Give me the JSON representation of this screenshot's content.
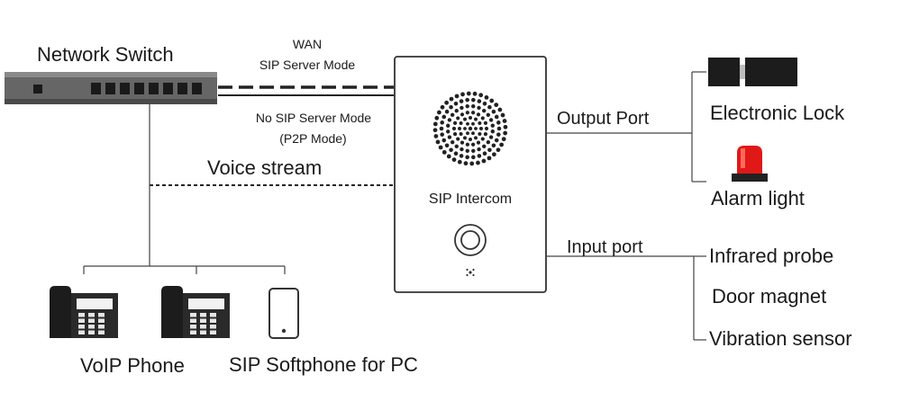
{
  "network_switch": {
    "label": "Network Switch"
  },
  "wan_link": {
    "line1": "WAN",
    "line2": "SIP Server Mode"
  },
  "p2p_link": {
    "line1": "No SIP Server Mode",
    "line2": "(P2P Mode)"
  },
  "voice_stream": {
    "label": "Voice stream"
  },
  "intercom": {
    "label": "SIP Intercom"
  },
  "output_port": {
    "label": "Output Port",
    "devices": [
      {
        "label": "Electronic Lock"
      },
      {
        "label": "Alarm light"
      }
    ]
  },
  "input_port": {
    "label": "Input port",
    "sensors": [
      {
        "label": "Infrared probe"
      },
      {
        "label": "Door magnet"
      },
      {
        "label": "Vibration sensor"
      }
    ]
  },
  "endpoints": {
    "voip_label": "VoIP Phone",
    "softphone_label": "SIP Softphone for PC"
  },
  "colors": {
    "line": "#222222",
    "switch_body": "#5c5c5c",
    "alarm_red": "#e01818",
    "speaker_dots": "#222222"
  },
  "icons": [
    "network-switch-icon",
    "speaker-grille-icon",
    "call-button-icon",
    "electronic-lock-icon",
    "alarm-light-icon",
    "desk-phone-icon",
    "smartphone-icon"
  ]
}
